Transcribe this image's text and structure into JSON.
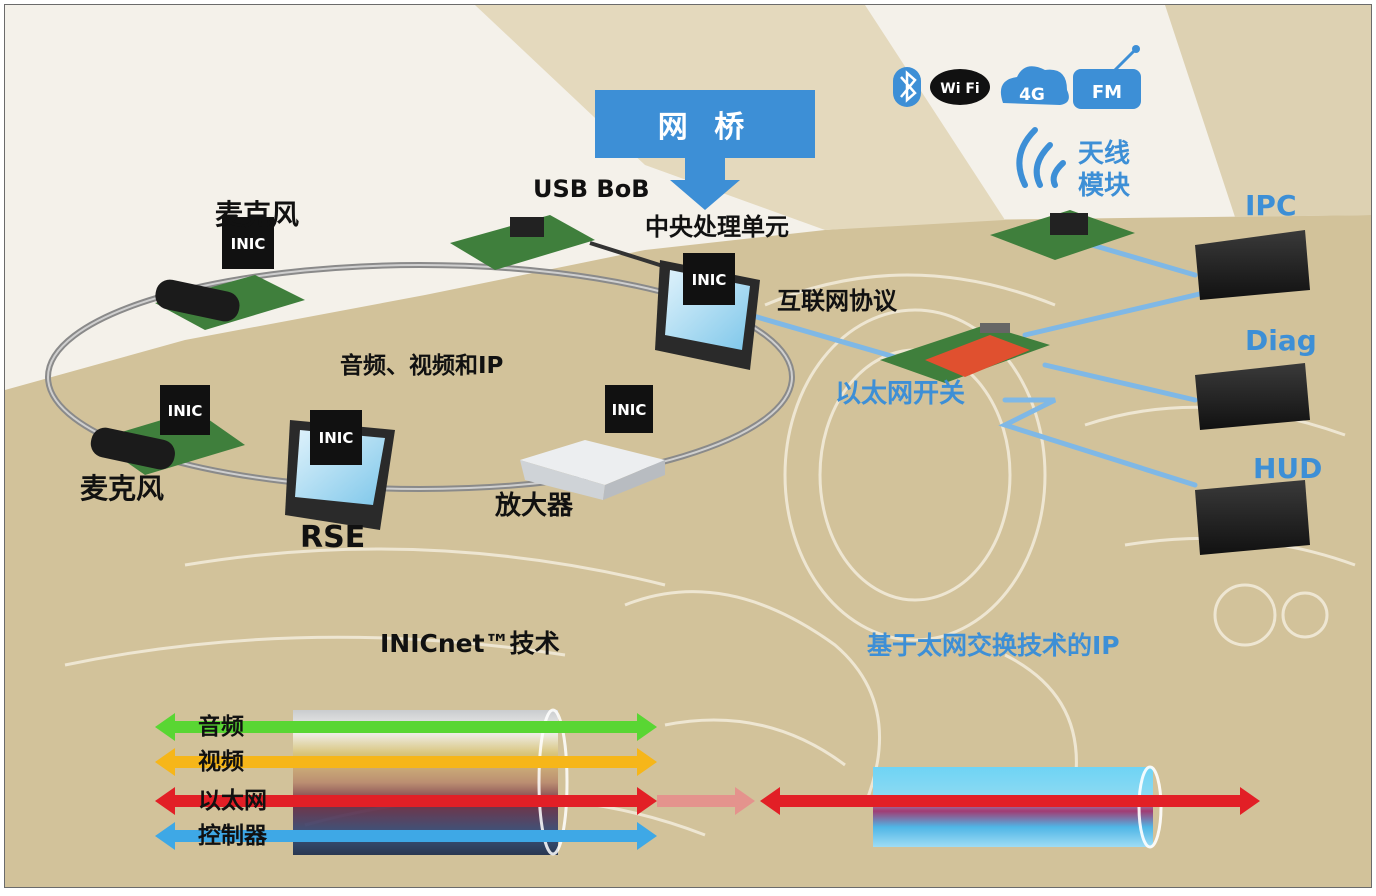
{
  "bridge": {
    "label": "网 桥"
  },
  "icons": {
    "bluetooth": "bluetooth-icon",
    "wifi": "wifi-icon",
    "wifi_text": "Wi Fi",
    "lte": "4G",
    "fm": "FM"
  },
  "chip_text": "INIC",
  "labels": {
    "mic_top": "麦克风",
    "mic_bottom": "麦克风",
    "usb_bob": "USB BoB",
    "cpu": "中央处理单元",
    "ip": "互联网协议",
    "ring": "音频、视频和IP",
    "rse": "RSE",
    "amp": "放大器",
    "antenna_line1": "天线",
    "antenna_line2": "模块",
    "ipc": "IPC",
    "diag": "Diag",
    "hud": "HUD",
    "eth_switch": "以太网开关",
    "inicnet": "INICnet™技术",
    "ip_eth": "基于太网交换技术的IP"
  },
  "arrows": [
    {
      "label": "音频",
      "color": "#59d633"
    },
    {
      "label": "视频",
      "color": "#f6b619"
    },
    {
      "label": "以太网",
      "color": "#e21f26"
    },
    {
      "label": "控制器",
      "color": "#3ea8e6"
    }
  ],
  "colors": {
    "accent": "#3d8fd6",
    "cable": "#888888"
  }
}
